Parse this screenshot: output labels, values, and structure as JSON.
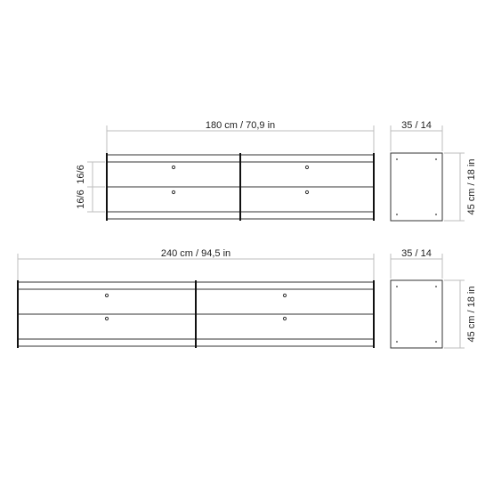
{
  "top_unit": {
    "width_label": "180 cm / 70,9 in",
    "drawer_label_1": "16/6",
    "drawer_label_2": "16/6",
    "depth_label": "35 / 14",
    "height_label": "45 cm / 18 in"
  },
  "bottom_unit": {
    "width_label": "240 cm / 94,5 in",
    "depth_label": "35 / 14",
    "height_label": "45 cm / 18 in"
  },
  "colors": {
    "line": "#333333",
    "dimension": "#bdbdbd",
    "bold": "#111111"
  }
}
